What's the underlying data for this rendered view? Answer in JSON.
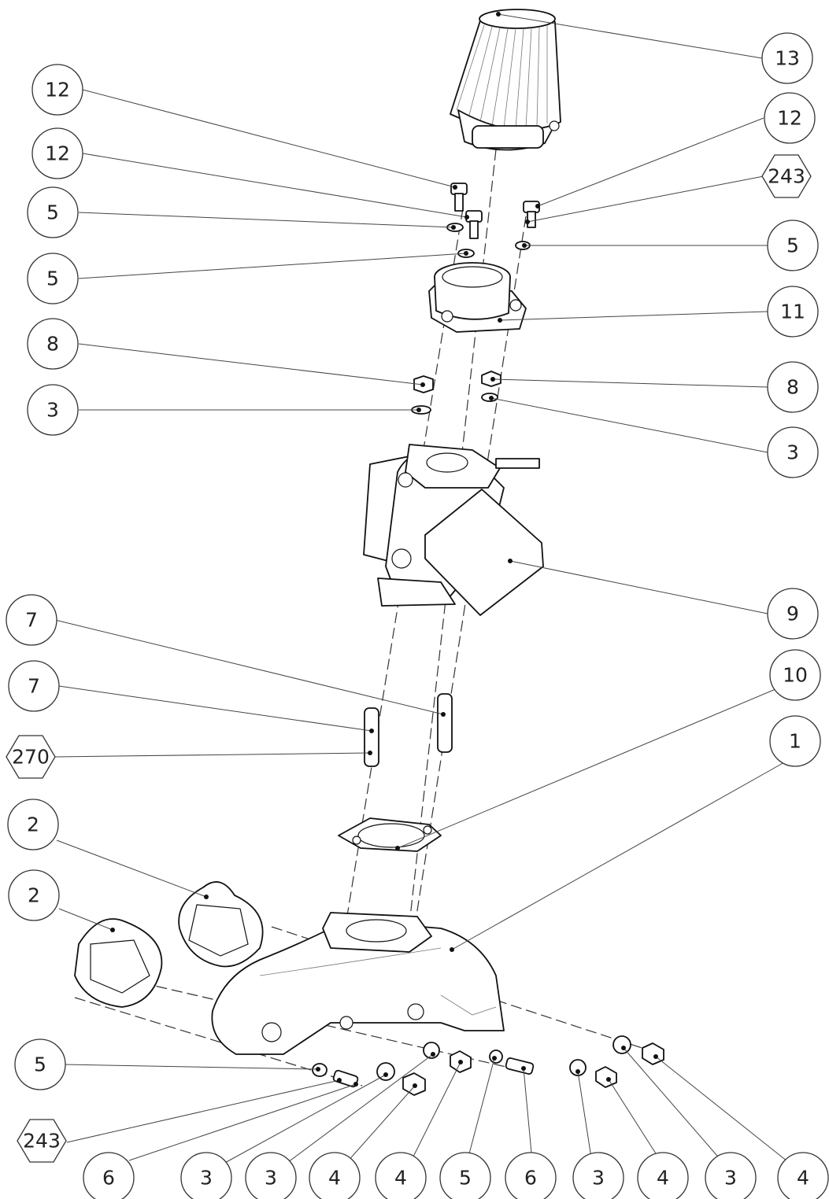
{
  "balloons": [
    {
      "id": "b13",
      "label": "13",
      "shape": "circle"
    },
    {
      "id": "b12a",
      "label": "12",
      "shape": "circle"
    },
    {
      "id": "b12b",
      "label": "12",
      "shape": "circle"
    },
    {
      "id": "b12c",
      "label": "12",
      "shape": "circle"
    },
    {
      "id": "b243a",
      "label": "243",
      "shape": "hexagon"
    },
    {
      "id": "b5a",
      "label": "5",
      "shape": "circle"
    },
    {
      "id": "b5b",
      "label": "5",
      "shape": "circle"
    },
    {
      "id": "b5c",
      "label": "5",
      "shape": "circle"
    },
    {
      "id": "b11",
      "label": "11",
      "shape": "circle"
    },
    {
      "id": "b8a",
      "label": "8",
      "shape": "circle"
    },
    {
      "id": "b8b",
      "label": "8",
      "shape": "circle"
    },
    {
      "id": "b3a",
      "label": "3",
      "shape": "circle"
    },
    {
      "id": "b3b",
      "label": "3",
      "shape": "circle"
    },
    {
      "id": "b9",
      "label": "9",
      "shape": "circle"
    },
    {
      "id": "b7a",
      "label": "7",
      "shape": "circle"
    },
    {
      "id": "b7b",
      "label": "7",
      "shape": "circle"
    },
    {
      "id": "b10",
      "label": "10",
      "shape": "circle"
    },
    {
      "id": "b270",
      "label": "270",
      "shape": "hexagon"
    },
    {
      "id": "b1",
      "label": "1",
      "shape": "circle"
    },
    {
      "id": "b2a",
      "label": "2",
      "shape": "circle"
    },
    {
      "id": "b2b",
      "label": "2",
      "shape": "circle"
    },
    {
      "id": "b5d",
      "label": "5",
      "shape": "circle"
    },
    {
      "id": "b243b",
      "label": "243",
      "shape": "hexagon"
    },
    {
      "id": "b6a",
      "label": "6",
      "shape": "circle"
    },
    {
      "id": "b3c",
      "label": "3",
      "shape": "circle"
    },
    {
      "id": "b3d",
      "label": "3",
      "shape": "circle"
    },
    {
      "id": "b4a",
      "label": "4",
      "shape": "circle"
    },
    {
      "id": "b4b",
      "label": "4",
      "shape": "circle"
    },
    {
      "id": "b5e",
      "label": "5",
      "shape": "circle"
    },
    {
      "id": "b6b",
      "label": "6",
      "shape": "circle"
    },
    {
      "id": "b3e",
      "label": "3",
      "shape": "circle"
    },
    {
      "id": "b4c",
      "label": "4",
      "shape": "circle"
    },
    {
      "id": "b3f",
      "label": "3",
      "shape": "circle"
    },
    {
      "id": "b4d",
      "label": "4",
      "shape": "circle"
    }
  ]
}
